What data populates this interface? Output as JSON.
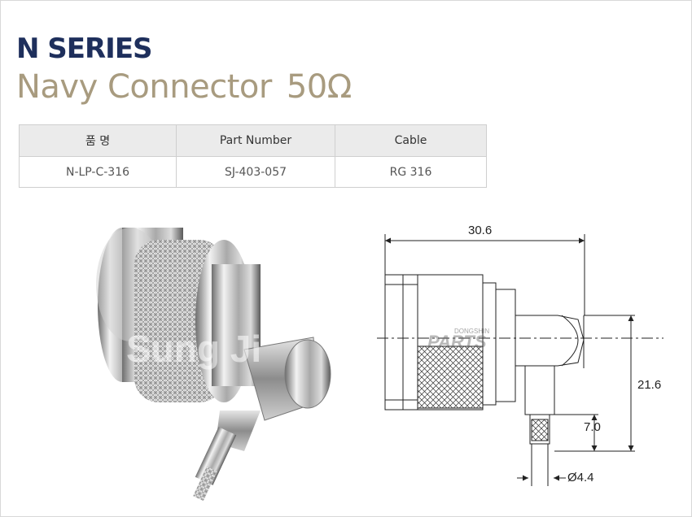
{
  "header": {
    "series": "N SERIES",
    "title": "Navy Connector",
    "impedance": "50Ω"
  },
  "table": {
    "headers": [
      "품 명",
      "Part Number",
      "Cable"
    ],
    "rows": [
      [
        "N-LP-C-316",
        "SJ-403-057",
        "RG 316"
      ]
    ]
  },
  "drawing": {
    "dim_length": "30.6",
    "dim_height": "21.6",
    "dim_stub": "7.0",
    "dim_diameter": "Ø4.4"
  },
  "watermarks": {
    "photo": "Sung Ji",
    "drawing_brand": "PARTS",
    "drawing_sub": "DONGSHIN"
  }
}
